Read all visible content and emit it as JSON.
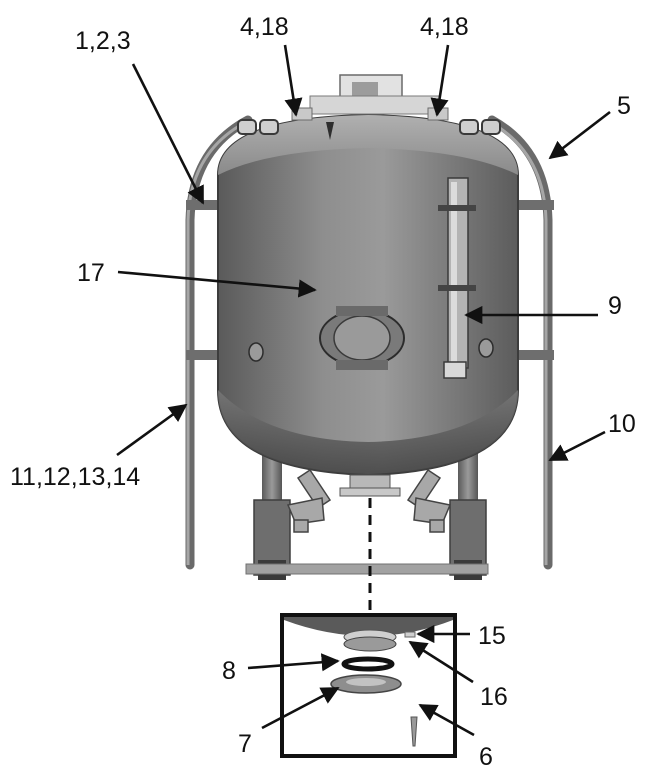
{
  "labels": {
    "l_1_2_3": "1,2,3",
    "l_4_18_left": "4,18",
    "l_4_18_right": "4,18",
    "l_5": "5",
    "l_17": "17",
    "l_9": "9",
    "l_10": "10",
    "l_11_12_13_14": "11,12,13,14",
    "l_15": "15",
    "l_8": "8",
    "l_16": "16",
    "l_7": "7",
    "l_6": "6"
  },
  "colors": {
    "ink": "#111111",
    "tank_body": "#7c7c7c",
    "tank_light": "#a4a4a4",
    "tank_dark": "#4a4a4a",
    "frame": "#6e6e6e",
    "detail_bg": "#ffffff"
  }
}
